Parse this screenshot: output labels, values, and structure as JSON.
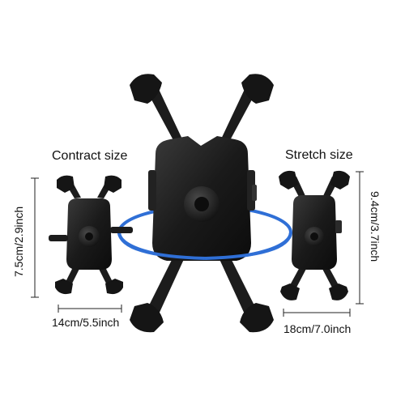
{
  "labels": {
    "contract_title": "Contract size",
    "stretch_title": "Stretch size",
    "contract_height": "7.5cm/2.9inch",
    "contract_width": "14cm/5.5inch",
    "stretch_height": "9.4cm/3.7inch",
    "stretch_width": "18cm/7.0inch"
  },
  "colors": {
    "product": "#1b1b1b",
    "rotation_ring": "#2f6fd6",
    "dimension_lines": "#222222"
  }
}
